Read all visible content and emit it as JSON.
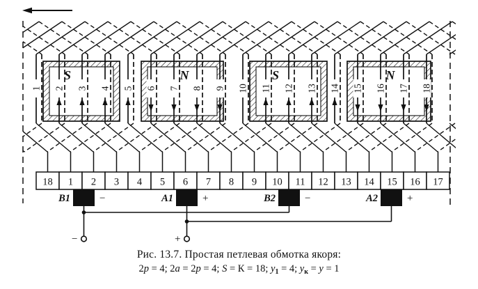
{
  "colors": {
    "ink": "#111111",
    "paper": "#ffffff"
  },
  "rotation_arrow": {
    "direction": "left"
  },
  "poles": [
    {
      "label": "S"
    },
    {
      "label": "N"
    },
    {
      "label": "S"
    },
    {
      "label": "N"
    }
  ],
  "slots": [
    {
      "num": "1",
      "arrow": "none"
    },
    {
      "num": "2",
      "arrow": "up"
    },
    {
      "num": "3",
      "arrow": "up"
    },
    {
      "num": "4",
      "arrow": "up"
    },
    {
      "num": "5",
      "arrow": "up"
    },
    {
      "num": "6",
      "arrow": "down"
    },
    {
      "num": "7",
      "arrow": "down"
    },
    {
      "num": "8",
      "arrow": "down"
    },
    {
      "num": "9",
      "arrow": "down"
    },
    {
      "num": "10",
      "arrow": "none"
    },
    {
      "num": "11",
      "arrow": "up"
    },
    {
      "num": "12",
      "arrow": "up"
    },
    {
      "num": "13",
      "arrow": "up"
    },
    {
      "num": "14",
      "arrow": "up"
    },
    {
      "num": "15",
      "arrow": "down"
    },
    {
      "num": "16",
      "arrow": "down"
    },
    {
      "num": "17",
      "arrow": "down"
    },
    {
      "num": "18",
      "arrow": "down"
    }
  ],
  "commutator": {
    "bars": [
      "18",
      "1",
      "2",
      "3",
      "4",
      "5",
      "6",
      "7",
      "8",
      "9",
      "10",
      "11",
      "12",
      "13",
      "14",
      "15",
      "16",
      "17"
    ]
  },
  "brushes": [
    {
      "label": "B1",
      "sign": "−"
    },
    {
      "label": "A1",
      "sign": "+"
    },
    {
      "label": "B2",
      "sign": "−"
    },
    {
      "label": "A2",
      "sign": "+"
    }
  ],
  "terminals": [
    {
      "sign": "−"
    },
    {
      "sign": "+"
    }
  ],
  "caption": {
    "title": "Рис. 13.7. Простая петлевая обмотка якоря:",
    "params_tokens": [
      {
        "t": "2"
      },
      {
        "t": "p",
        "i": 1
      },
      {
        "t": " = 4;  2"
      },
      {
        "t": "a",
        "i": 1
      },
      {
        "t": " = 2"
      },
      {
        "t": "p",
        "i": 1
      },
      {
        "t": " = 4;  "
      },
      {
        "t": "S",
        "i": 1
      },
      {
        "t": " = К = 18;  "
      },
      {
        "t": "y",
        "i": 1
      },
      {
        "t": "1",
        "s": 1
      },
      {
        "t": " = 4;  "
      },
      {
        "t": "y",
        "i": 1
      },
      {
        "t": "к",
        "s": 1
      },
      {
        "t": " = "
      },
      {
        "t": "y",
        "i": 1
      },
      {
        "t": " = 1"
      }
    ]
  }
}
